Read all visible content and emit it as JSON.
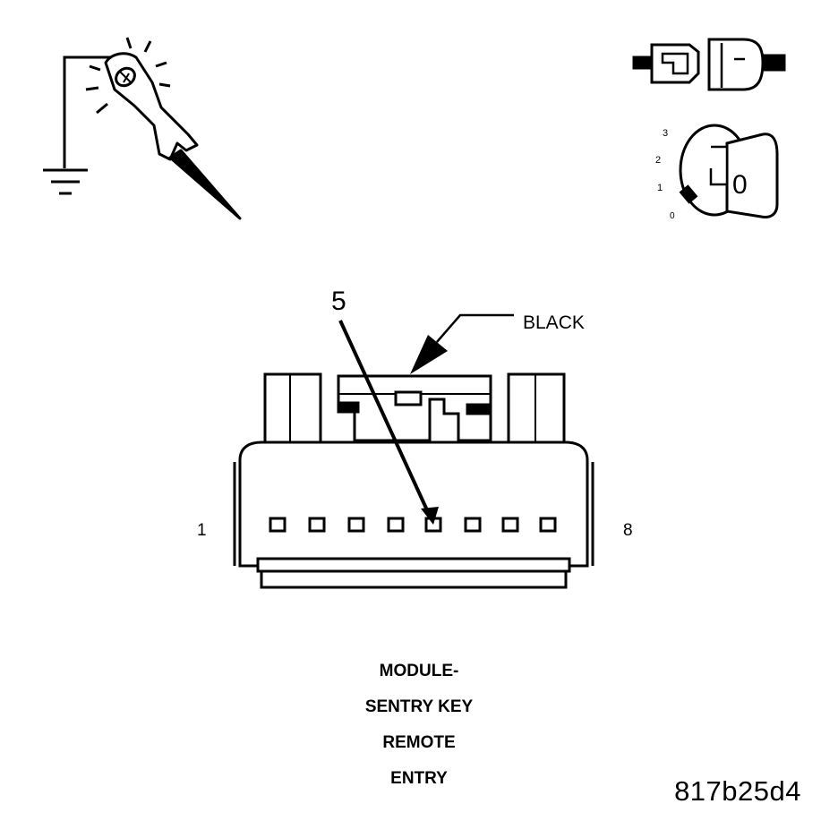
{
  "labels": {
    "pin_callout": "5",
    "color_callout": "BLACK",
    "pin_first": "1",
    "pin_last": "8"
  },
  "ignition_positions": [
    "3",
    "2",
    "1",
    "0"
  ],
  "key_symbol": "0",
  "caption": [
    "MODULE-",
    "SENTRY KEY",
    "REMOTE",
    "ENTRY"
  ],
  "figure_id": "817b25d4",
  "connector": {
    "pin_count": 8,
    "highlighted_pin": 5
  },
  "icons": [
    "test-light-probe-icon",
    "ground-symbol-icon",
    "disconnected-connector-icon",
    "ignition-key-icon"
  ],
  "colors": {
    "line": "#000000",
    "background": "#ffffff"
  }
}
